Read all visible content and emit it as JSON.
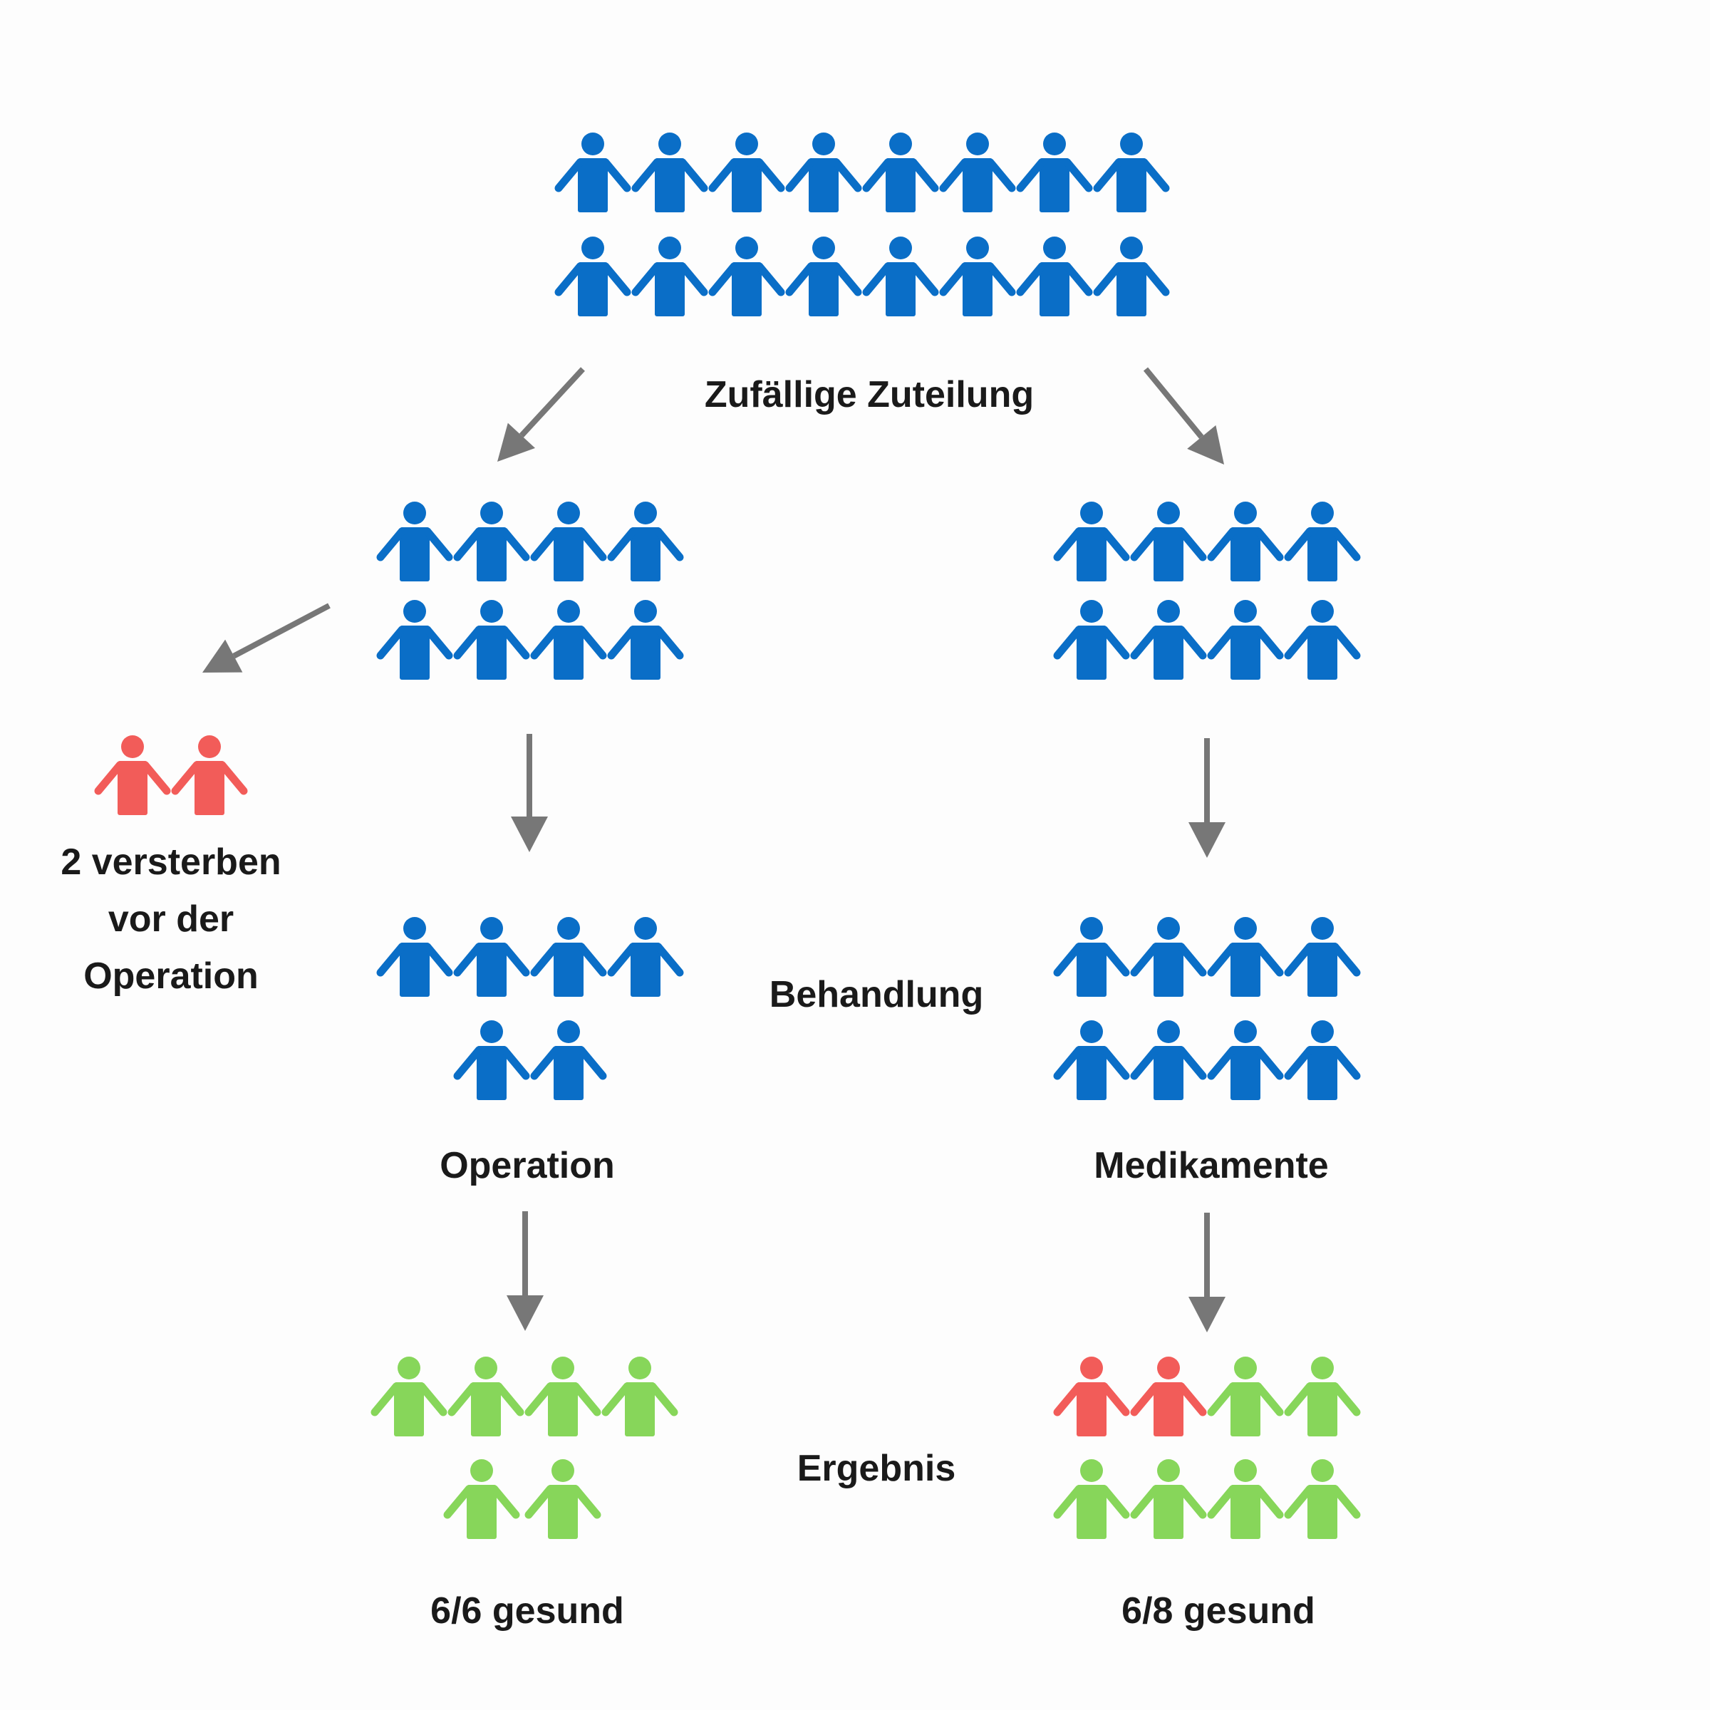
{
  "colors": {
    "blue": "#0a6ec7",
    "red": "#f25c59",
    "green": "#87d65a",
    "arrow": "#777777",
    "text": "#1a1a1a"
  },
  "labels": {
    "random_assignment": "Zufällige Zuteilung",
    "died_before_op": "2 versterben vor der Operation",
    "treatment": "Behandlung",
    "surgery": "Operation",
    "medication": "Medikamente",
    "outcome": "Ergebnis",
    "surgery_result": "6/6 gesund",
    "medication_result": "6/8 gesund"
  },
  "groups": {
    "all_participants": {
      "count": 16,
      "status": [
        "blue",
        "blue",
        "blue",
        "blue",
        "blue",
        "blue",
        "blue",
        "blue",
        "blue",
        "blue",
        "blue",
        "blue",
        "blue",
        "blue",
        "blue",
        "blue"
      ]
    },
    "surgery_assigned": {
      "count": 8,
      "status": [
        "blue",
        "blue",
        "blue",
        "blue",
        "blue",
        "blue",
        "blue",
        "blue"
      ]
    },
    "medication_assigned": {
      "count": 8,
      "status": [
        "blue",
        "blue",
        "blue",
        "blue",
        "blue",
        "blue",
        "blue",
        "blue"
      ]
    },
    "deceased_before_surgery": {
      "count": 2,
      "status": [
        "red",
        "red"
      ]
    },
    "surgery_treated": {
      "count": 6,
      "status": [
        "blue",
        "blue",
        "blue",
        "blue",
        "blue",
        "blue"
      ]
    },
    "medication_treated": {
      "count": 8,
      "status": [
        "blue",
        "blue",
        "blue",
        "blue",
        "blue",
        "blue",
        "blue",
        "blue"
      ]
    },
    "surgery_outcome": {
      "count": 6,
      "status": [
        "green",
        "green",
        "green",
        "green",
        "green",
        "green"
      ]
    },
    "medication_outcome": {
      "count": 8,
      "status": [
        "red",
        "red",
        "green",
        "green",
        "green",
        "green",
        "green",
        "green"
      ]
    }
  }
}
